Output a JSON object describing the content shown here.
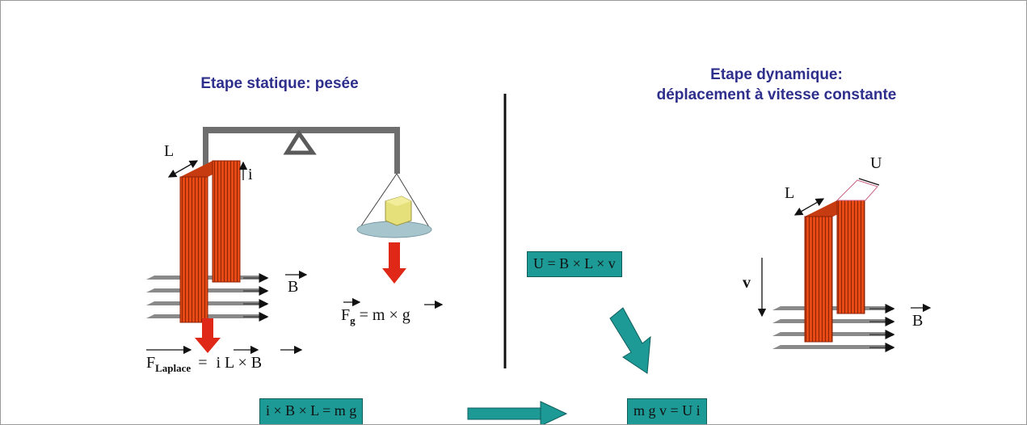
{
  "left_title": "Etape statique: pesée",
  "right_title_line1": "Etape dynamique:",
  "right_title_line2": "déplacement à vitesse constante",
  "labels": {
    "L": "L",
    "i": "i",
    "B": "B",
    "U": "U",
    "v": "v"
  },
  "formulas": {
    "laplace_F": "F",
    "laplace_sub": "Laplace",
    "laplace_rhs": "i L × B",
    "gravity_F": "F",
    "gravity_sub": "g",
    "gravity_rhs": "= m × g",
    "equals": "="
  },
  "boxes": {
    "voltage": "U = B × L × v",
    "force_balance": "i × B × L = m g",
    "power": "m g v = U i"
  },
  "colors": {
    "title": "#2e2e8c",
    "coil": "#e84a16",
    "arrow_red": "#e02818",
    "teal": "#1d9a96",
    "field_sheet": "#8a8a8a"
  }
}
